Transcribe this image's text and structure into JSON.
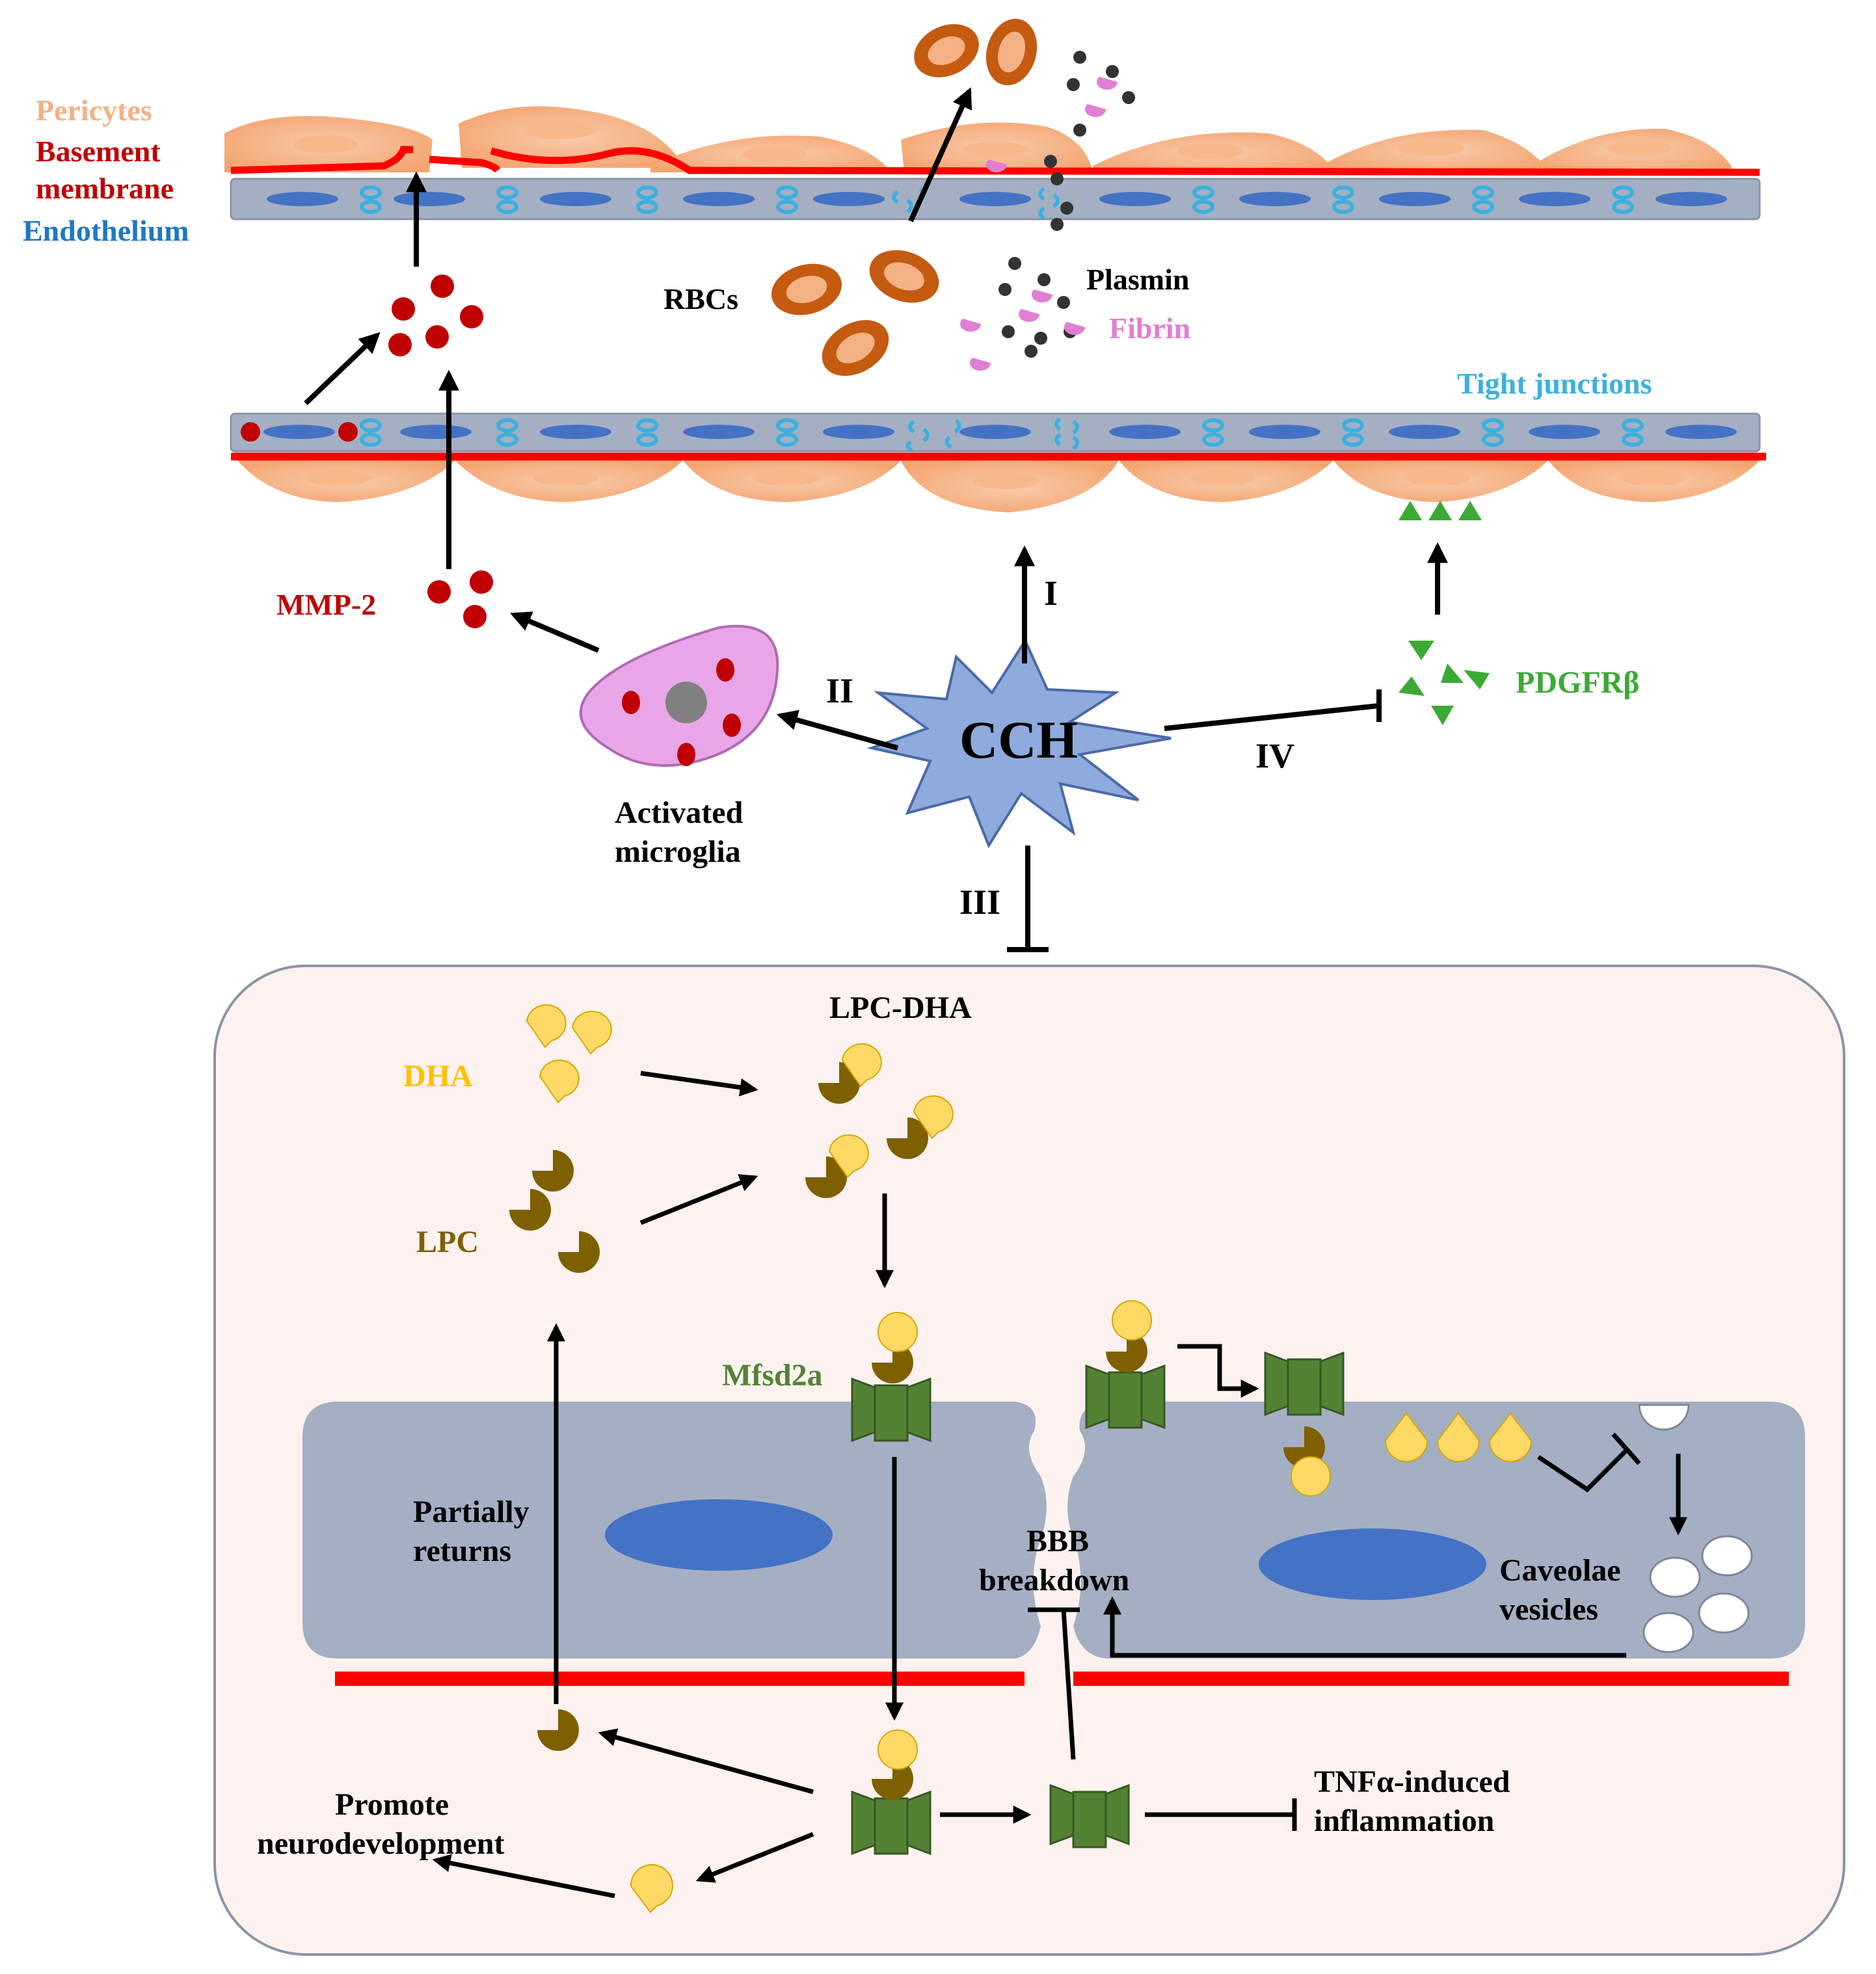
{
  "labels": {
    "pericytes": "Pericytes",
    "basement_membrane_line1": "Basement",
    "basement_membrane_line2": "membrane",
    "endothelium": "Endothelium",
    "rbcs": "RBCs",
    "plasmin": "Plasmin",
    "fibrin": "Fibrin",
    "tight_junctions": "Tight junctions",
    "mmp2": "MMP-2",
    "activated_microglia_line1": "Activated",
    "activated_microglia_line2": "microglia",
    "cch": "CCH",
    "pdgfrb": "PDGFRβ",
    "path_i": "I",
    "path_ii": "II",
    "path_iii": "III",
    "path_iv": "IV",
    "lpc_dha": "LPC-DHA",
    "dha": "DHA",
    "lpc": "LPC",
    "mfsd2a": "Mfsd2a",
    "partially_returns_line1": "Partially",
    "partially_returns_line2": "returns",
    "bbb_breakdown_line1": "BBB",
    "bbb_breakdown_line2": "breakdown",
    "caveolae_line1": "Caveolae",
    "caveolae_line2": "vesicles",
    "tnf_line1": "TNFα-induced",
    "tnf_line2": "inflammation",
    "promote_line1": "Promote",
    "promote_line2": "neurodevelopment"
  },
  "colors": {
    "pericyte": "#f4b183",
    "pericyte_label": "#f4b183",
    "basement_membrane": "#ff0000",
    "basement_label": "#c00000",
    "endothelium_fill": "#a5afc3",
    "endothelium_label": "#1f77c4",
    "nucleus": "#4472c4",
    "tight_junction": "#3bb0e0",
    "rbc": "#c55a11",
    "plasmin": "#333333",
    "fibrin": "#e07fd2",
    "mmp2": "#c00000",
    "microglia": "#e8a6e8",
    "cch": "#8faadc",
    "pdgfrb": "#3aaa35",
    "dha": "#ffd966",
    "lpc": "#7f6000",
    "mfsd2a": "#548235",
    "cell_panel": "#fdf2f0",
    "text": "#000000"
  }
}
